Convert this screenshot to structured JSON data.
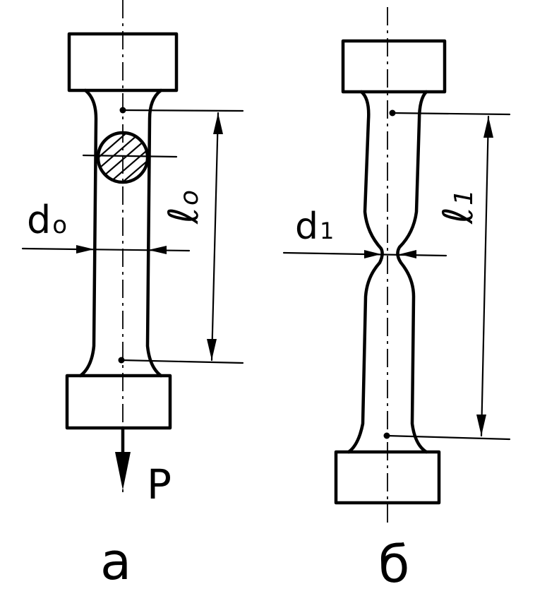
{
  "labels": {
    "d0_main": "d",
    "d0_sub": "o",
    "l0_main": "ℓ",
    "l0_sub": "o",
    "d1_main": "d",
    "d1_sub": "1",
    "l1_main": "ℓ",
    "l1_sub": "1",
    "force": "P",
    "caption_a": "а",
    "caption_b": "б"
  },
  "colors": {
    "ink": "#000000",
    "background": "#ffffff"
  }
}
